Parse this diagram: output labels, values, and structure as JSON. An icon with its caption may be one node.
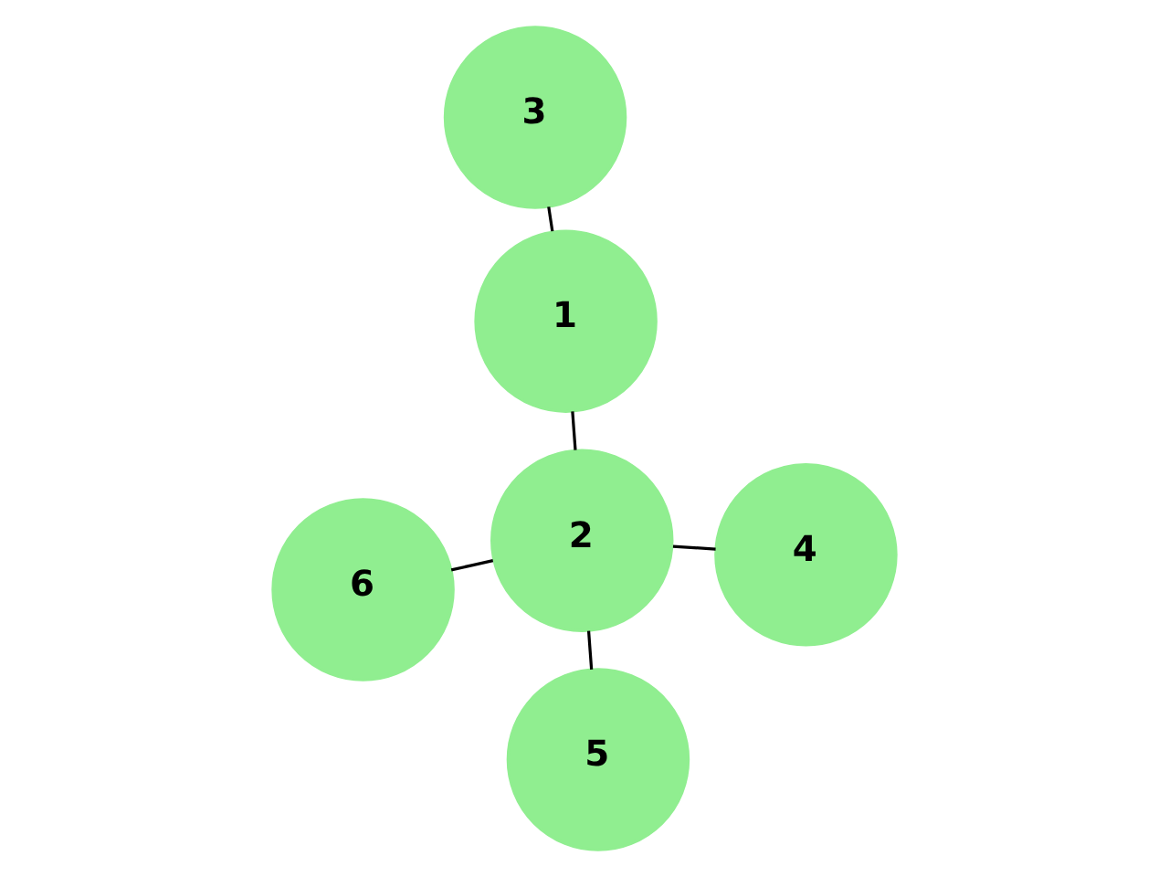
{
  "diagram": {
    "nodes": [
      {
        "text": [
          "6"
        ]
      },
      {
        "text": [
          "4"
        ]
      },
      {
        "text": [
          "5"
        ]
      },
      {
        "text": [
          "2"
        ]
      },
      {
        "text": [
          "1"
        ]
      },
      {
        "text": [
          "3"
        ]
      }
    ],
    "edges": [
      {
        "from": 3,
        "to": 0,
        "arrow": "none"
      },
      {
        "from": 3,
        "to": 1,
        "arrow": "none"
      },
      {
        "from": 3,
        "to": 2,
        "arrow": "none"
      },
      {
        "from": 3,
        "to": 4,
        "arrow": "none"
      },
      {
        "from": 4,
        "to": 5,
        "arrow": "none"
      }
    ]
  }
}
